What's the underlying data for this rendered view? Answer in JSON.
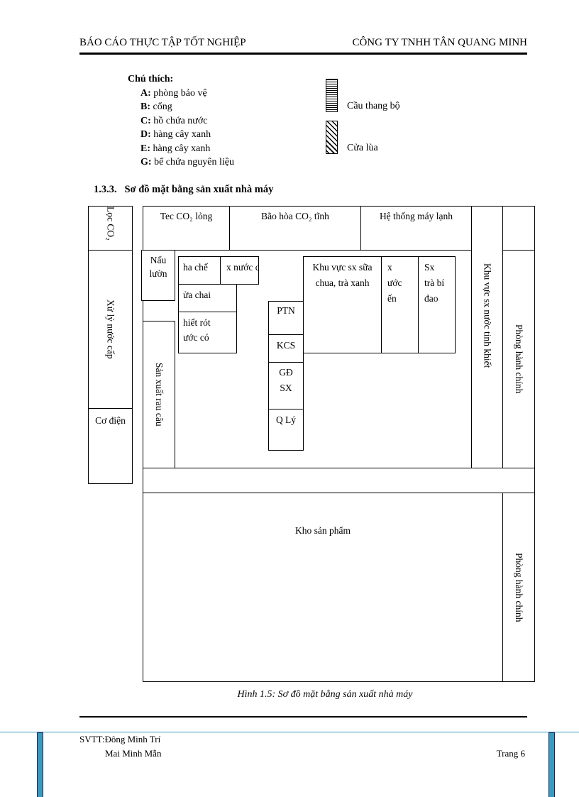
{
  "header": {
    "left": "BÁO CÁO THỰC TẬP TỐT NGHIỆP",
    "right": "CÔNG TY TNHH TÂN QUANG MINH"
  },
  "legend": {
    "title": "Chú thích:",
    "items": [
      {
        "key": "A:",
        "text": "phòng bảo vệ"
      },
      {
        "key": "B:",
        "text": "cổng"
      },
      {
        "key": "C:",
        "text": "hồ chứa nước"
      },
      {
        "key": "D:",
        "text": "hàng cây xanh"
      },
      {
        "key": "E:",
        "text": "hàng cây xanh"
      },
      {
        "key": "G:",
        "text": "bể chứa nguyên liệu"
      }
    ],
    "symbols": [
      {
        "icon": "horizontal-stripes",
        "label": "Cầu thang bộ"
      },
      {
        "icon": "diagonal-hatch",
        "label": "Cửa lùa"
      }
    ]
  },
  "section": {
    "number": "1.3.3.",
    "title": "Sơ đồ mặt bằng sản xuất nhà máy"
  },
  "diagram": {
    "loc_co2": "Lọc CO₂",
    "xu_ly": "Xử lý nước cấp",
    "co_dien": "Cơ điện",
    "tec": "Tec CO₂ lỏng",
    "bao_hoa": "Bão hòa CO₂ tĩnh",
    "he_thong": "Hệ thống máy lạnh",
    "nau": "Nấu lườn",
    "pha_che": "ha chế",
    "sx_gaz": "x nước có gaz",
    "rua_chai": "ửa chai",
    "chiet_rot": "hiết rót ước có",
    "rau_cau": "Sản xuất rau câu",
    "ptn": "PTN",
    "kcs": "KCS",
    "gd_sx": "GĐ SX",
    "q_ly": "Q Lý",
    "sua_chua": "Khu vực sx sữa chua, trà xanh",
    "sx_yen": "x ước ến",
    "sx_tra": "Sx trà bí đao",
    "tinh_khiet": "Khu vực sx nước tinh khiết",
    "hanh_chinh_1": "Phòng hành chính",
    "kho": "Kho sản phẩm",
    "hanh_chinh_2": "Phòng hành chính"
  },
  "caption": "Hình 1.5: Sơ đồ mặt bằng sản xuất nhà máy",
  "footer": {
    "svtt": "SVTT:Đông Minh Trí",
    "name2": "Mai Minh Mẫn",
    "page": "Trang 6",
    "accent": "#3a9ac0"
  }
}
